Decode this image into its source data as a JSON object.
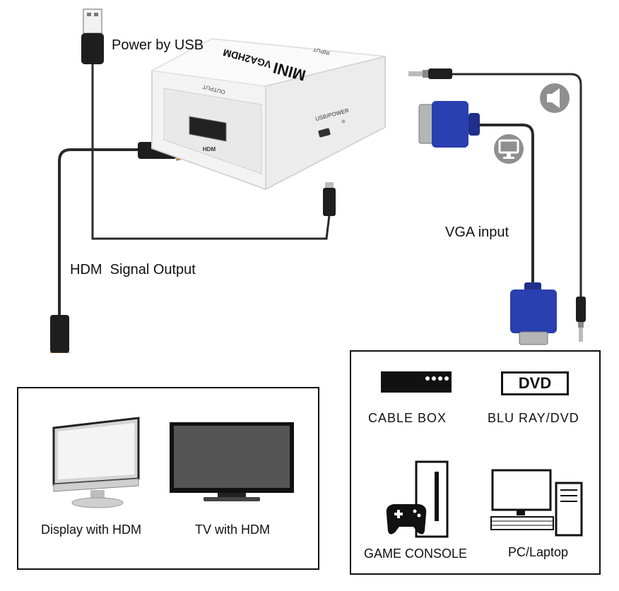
{
  "converter": {
    "brand": "MINI",
    "model": "VGA2HDM",
    "output_label": "OUTPUT",
    "input_label": "INPUT",
    "hdmi_port_label": "HDM",
    "usb_port_label": "USB/POWER"
  },
  "labels": {
    "power": "Power by USB",
    "hdmi_output": "HDM  Signal Output",
    "vga_input": "VGA input"
  },
  "sources": {
    "cable_box": "CABLE BOX",
    "dvd_badge": "DVD",
    "bluray": "BLU RAY/DVD",
    "game_console": "GAME CONSOLE",
    "pc": "PC/Laptop"
  },
  "displays": {
    "display": "Display with HDM",
    "tv": "TV with HDM"
  },
  "icons": {
    "audio": "speaker-icon",
    "video": "monitor-icon"
  },
  "colors": {
    "cable": "#2a2a2a",
    "vga_blue": "#2a3fb0",
    "hdmi_gold": "#c9a14a",
    "icon_circle": "#8f8f8f"
  }
}
